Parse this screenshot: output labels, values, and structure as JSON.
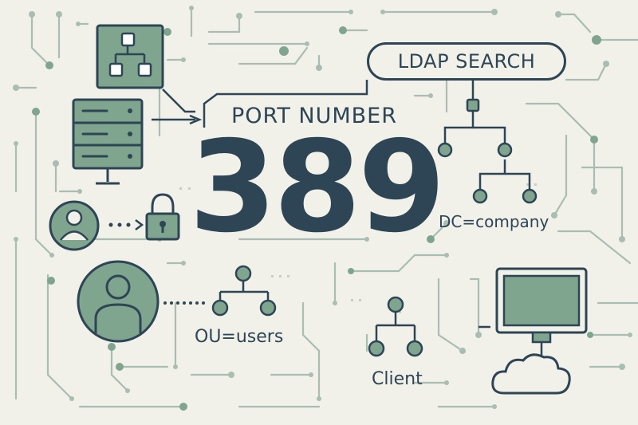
{
  "port": {
    "label": "PORT NUMBER",
    "number": "389"
  },
  "ldap_search": {
    "label": "LDAP SEARCH"
  },
  "dc": {
    "label": "DC=company"
  },
  "ou": {
    "label": "OU=users"
  },
  "client": {
    "label": "Client"
  },
  "colors": {
    "background": "#f1f1ea",
    "primary_dark": "#2e4556",
    "accent_green": "#7fa58f",
    "circuit_line": "#a9bdb2"
  },
  "icons": [
    "directory-tree-icon",
    "server-icon",
    "user-avatar-icon",
    "padlock-icon",
    "large-user-avatar-icon",
    "ou-tree-icon",
    "ldap-tree-icon",
    "client-tree-icon",
    "monitor-icon",
    "cloud-icon"
  ]
}
